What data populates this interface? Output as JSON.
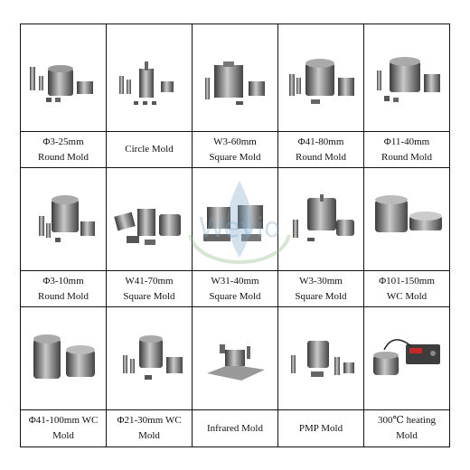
{
  "products": [
    {
      "line1": "Φ3-25mm",
      "line2": "Round Mold"
    },
    {
      "line1": "Circle Mold",
      "line2": ""
    },
    {
      "line1": "W3-60mm",
      "line2": "Square Mold"
    },
    {
      "line1": "Φ41-80mm",
      "line2": "Round Mold"
    },
    {
      "line1": "Φ11-40mm",
      "line2": "Round Mold"
    },
    {
      "line1": "Φ3-10mm",
      "line2": "Round Mold"
    },
    {
      "line1": "W41-70mm",
      "line2": "Square Mold"
    },
    {
      "line1": "W31-40mm",
      "line2": "Square Mold"
    },
    {
      "line1": "W3-30mm",
      "line2": "Square Mold"
    },
    {
      "line1": "Φ101-150mm",
      "line2": "WC Mold"
    },
    {
      "line1": "Φ41-100mm WC",
      "line2": "Mold"
    },
    {
      "line1": "Φ21-30mm WC",
      "line2": "Mold"
    },
    {
      "line1": "Infrared Mold",
      "line2": ""
    },
    {
      "line1": "PMP Mold",
      "line2": ""
    },
    {
      "line1": "300℃ heating",
      "line2": "Mold"
    }
  ],
  "watermark": {
    "text": "Wevio"
  },
  "colors": {
    "border": "#111111",
    "metal_dark": "#4a4a4a",
    "metal_light": "#b8b8b8",
    "watermark": "#7fa8c9"
  }
}
